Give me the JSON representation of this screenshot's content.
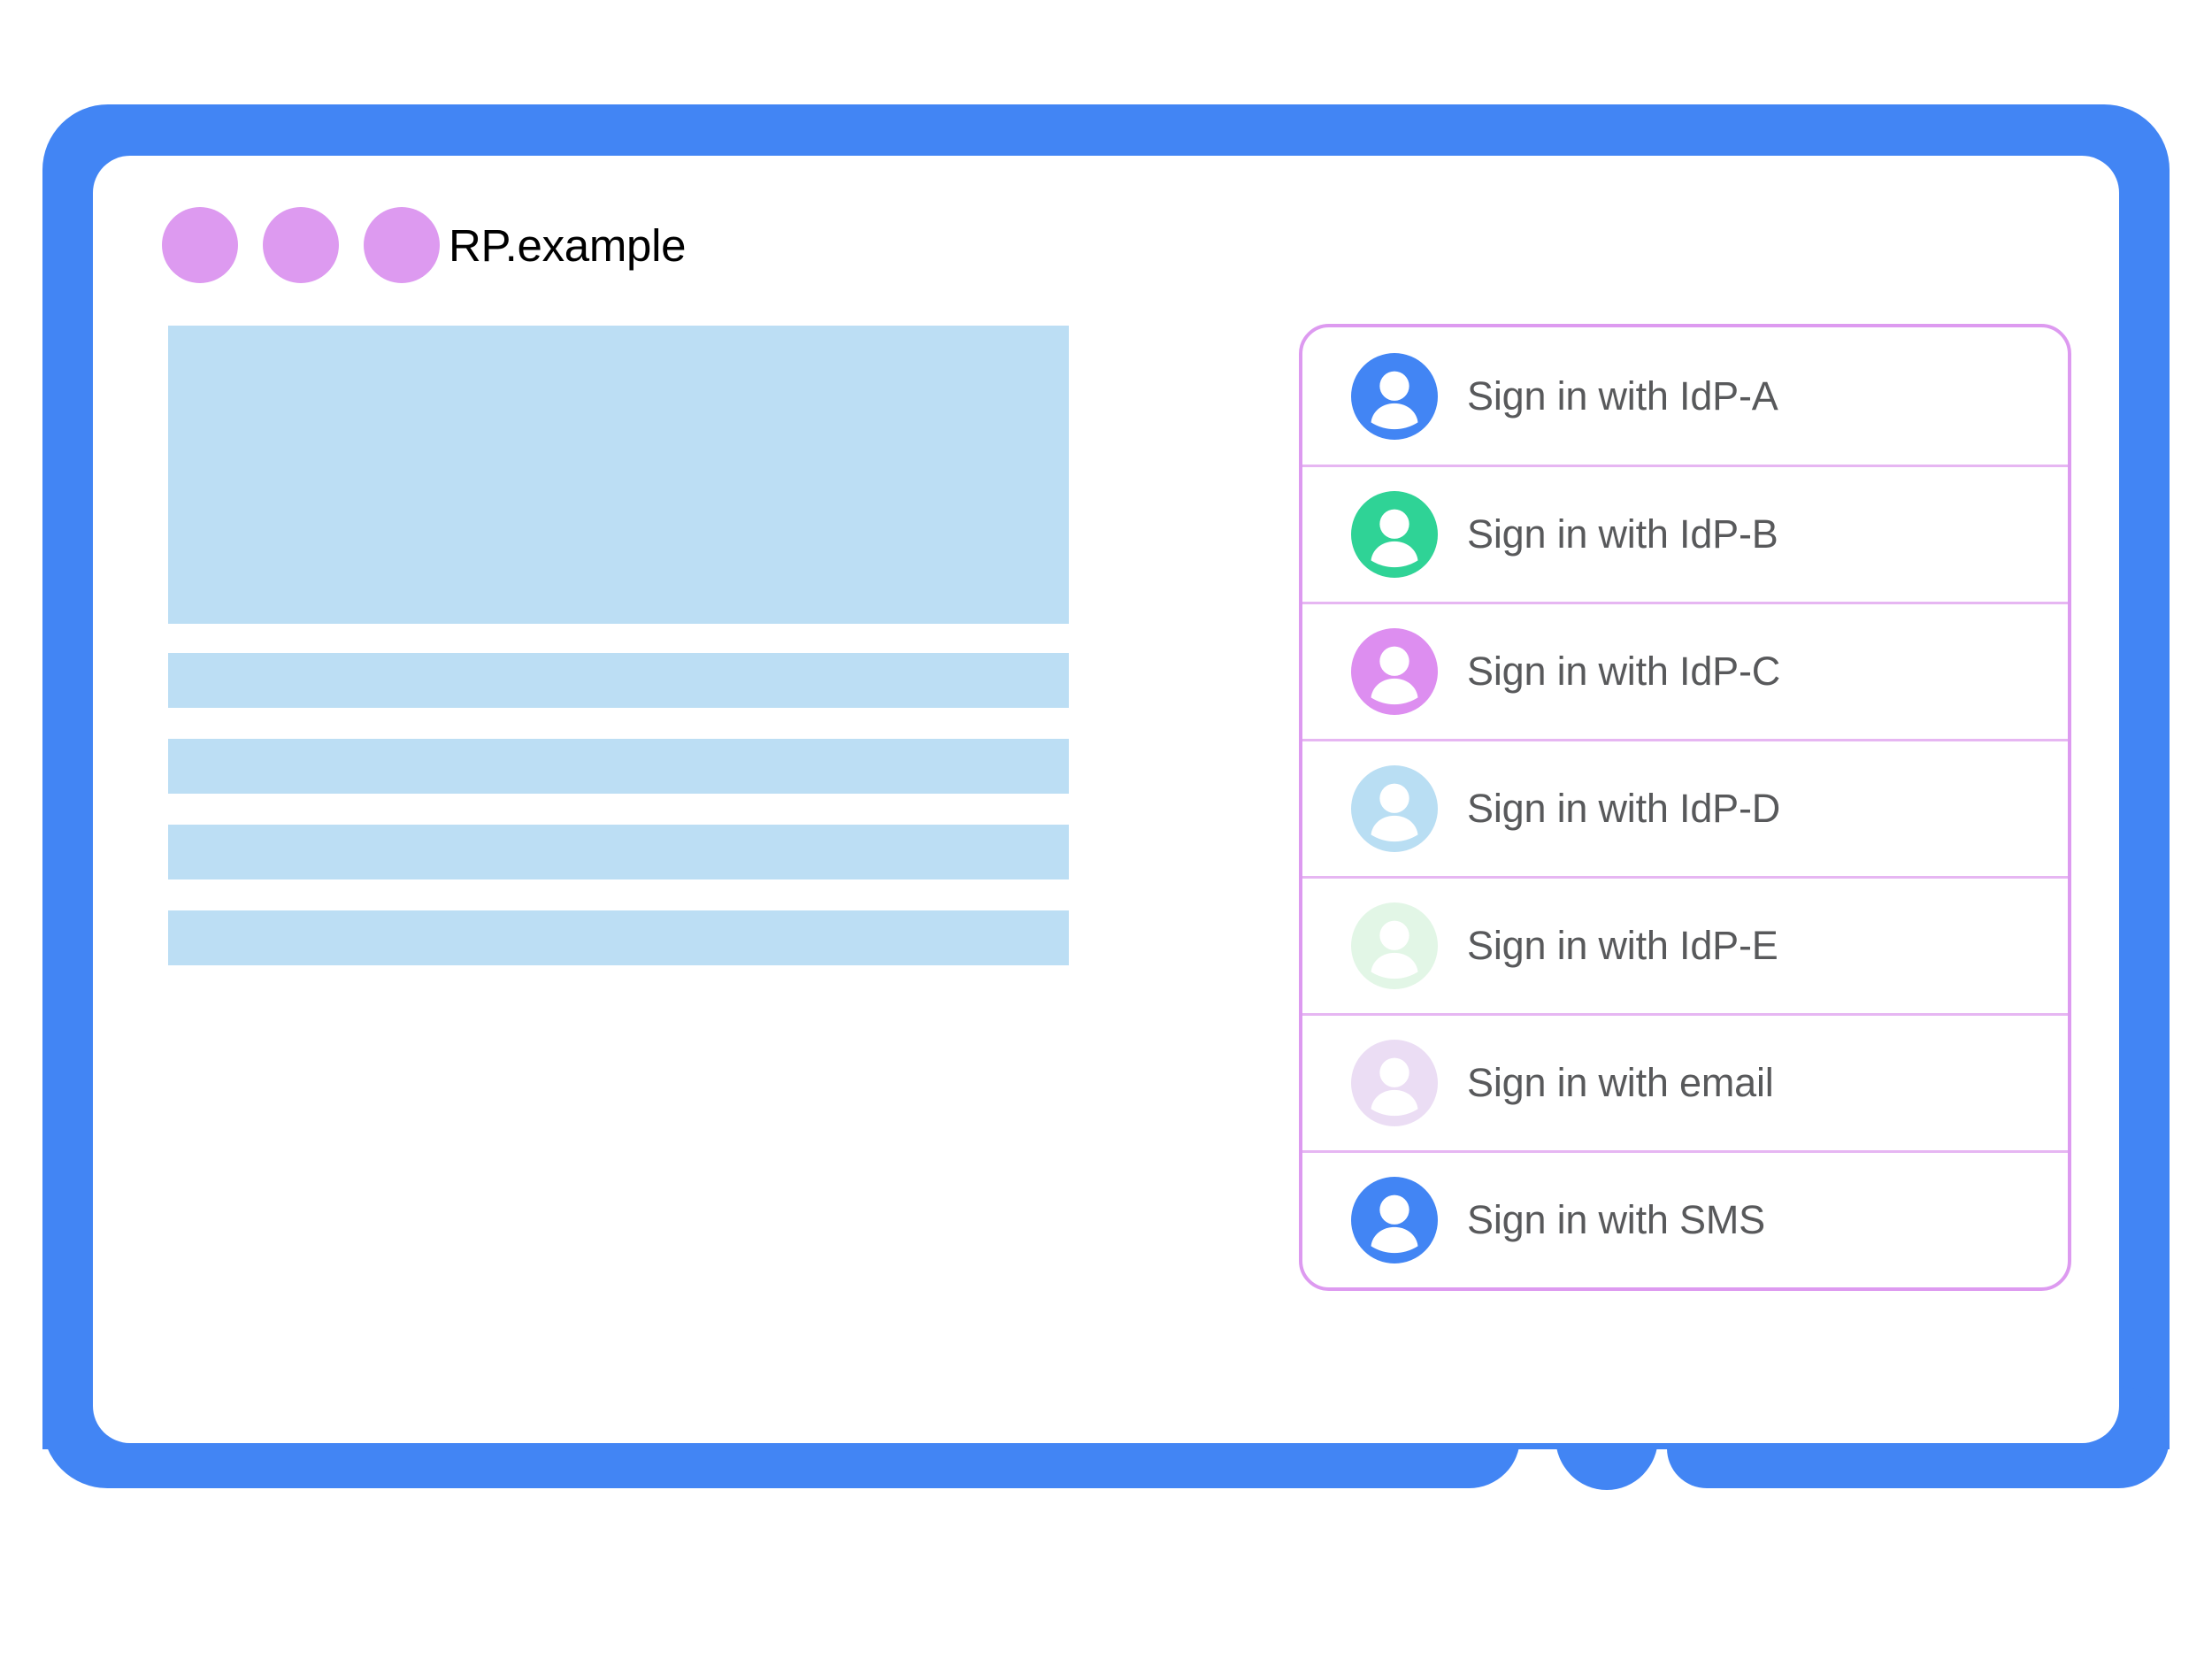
{
  "window": {
    "title": "RP.example",
    "traffic_light_dots": [
      "dot-1",
      "dot-2",
      "dot-3"
    ],
    "dot_color": "#dd9af0"
  },
  "theme": {
    "frame_color": "#4285f4",
    "screen_color": "#ffffff",
    "placeholder_block_color": "#bcdef4",
    "popup_border_color": "#dd9af0",
    "popup_divider_color": "#e6b6f2",
    "label_text_color": "#58595b",
    "title_text_color": "#000000"
  },
  "page_content": {
    "blocks": [
      {
        "name": "hero-block",
        "kind": "hero"
      },
      {
        "name": "text-bar-1",
        "kind": "bar"
      },
      {
        "name": "text-bar-2",
        "kind": "bar"
      },
      {
        "name": "text-bar-3",
        "kind": "bar"
      },
      {
        "name": "text-bar-4",
        "kind": "bar"
      }
    ]
  },
  "account_chooser": {
    "items": [
      {
        "label": "Sign in with IdP-A",
        "icon": "account-avatar-icon",
        "avatar_color": "#4285f4"
      },
      {
        "label": "Sign in with IdP-B",
        "icon": "account-avatar-icon",
        "avatar_color": "#2fd396"
      },
      {
        "label": "Sign in with IdP-C",
        "icon": "account-avatar-icon",
        "avatar_color": "#dd8ef0"
      },
      {
        "label": "Sign in with IdP-D",
        "icon": "account-avatar-icon",
        "avatar_color": "#b9def3"
      },
      {
        "label": "Sign in with IdP-E",
        "icon": "account-avatar-icon",
        "avatar_color": "#e2f6e6"
      },
      {
        "label": "Sign in with email",
        "icon": "account-avatar-icon",
        "avatar_color": "#ebddf4"
      },
      {
        "label": "Sign in with SMS",
        "icon": "account-avatar-icon",
        "avatar_color": "#4285f4"
      }
    ]
  }
}
